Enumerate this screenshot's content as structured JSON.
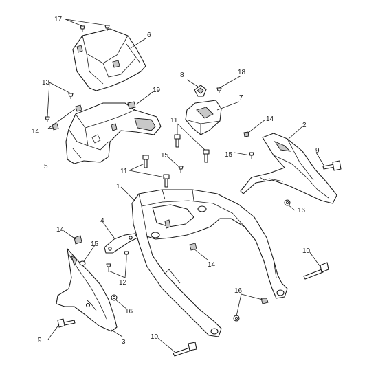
{
  "callouts": {
    "c1": "1",
    "c2": "2",
    "c3": "3",
    "c4": "4",
    "c5": "5",
    "c6": "6",
    "c7": "7",
    "c8": "8",
    "c9a": "9",
    "c9b": "9",
    "c10a": "10",
    "c10b": "10",
    "c11a": "11",
    "c11b": "11",
    "c12": "12",
    "c13": "13",
    "c14a": "14",
    "c14b": "14",
    "c14c": "14",
    "c14d": "14",
    "c15a": "15",
    "c15b": "15",
    "c15c": "15",
    "c16a": "16",
    "c16b": "16",
    "c16c": "16",
    "c17": "17",
    "c18": "18",
    "c19": "19"
  },
  "colors": {
    "line": "#1a1a1a",
    "shade": "#c8c8c8",
    "background": "#ffffff"
  }
}
